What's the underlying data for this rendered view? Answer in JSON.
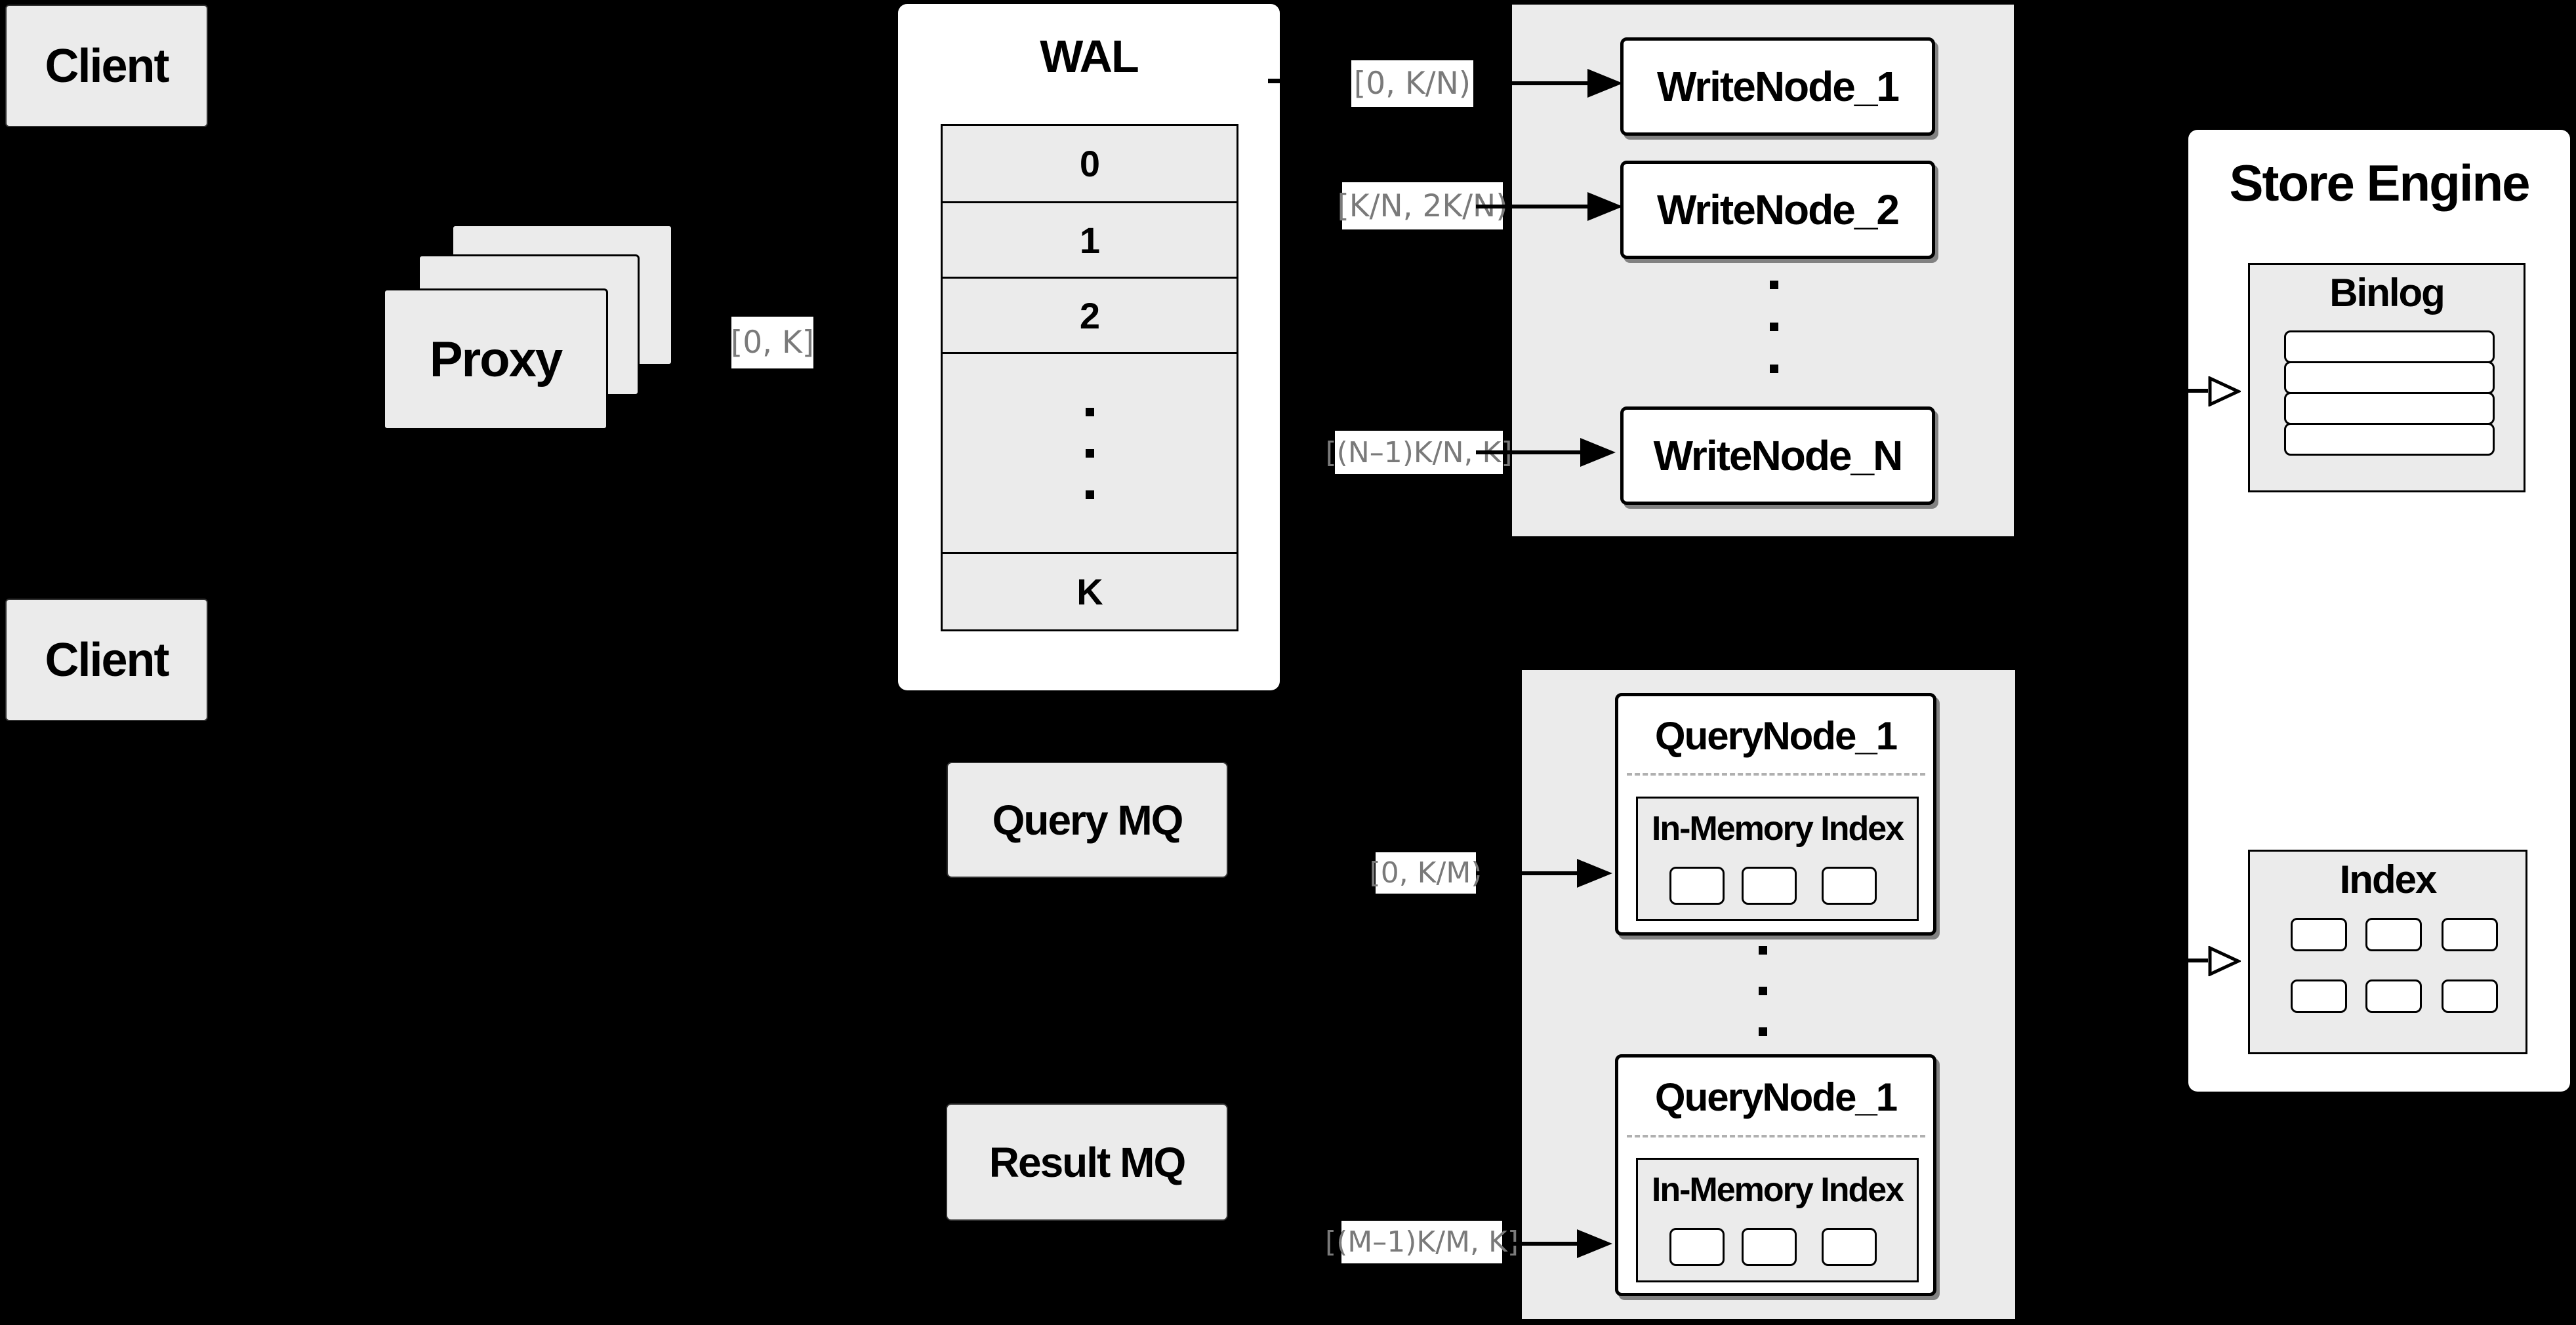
{
  "clients": [
    "Client",
    "Client"
  ],
  "proxy": {
    "label": "Proxy"
  },
  "wal": {
    "title": "WAL",
    "segments": [
      "0",
      "1",
      "2",
      "K"
    ]
  },
  "ranges": {
    "proxy_out": "[0, K]",
    "write_1": "[0, K/N)",
    "write_2": "[K/N, 2K/N)",
    "write_n": "[(N–1)K/N, K]",
    "query_1": "[0, K/M)",
    "query_m": "[(M–1)K/M, K]"
  },
  "write_group": {
    "nodes": [
      "WriteNode_1",
      "WriteNode_2",
      "WriteNode_N"
    ]
  },
  "query_group": {
    "nodes": [
      "QueryNode_1",
      "QueryNode_1"
    ],
    "inmem": "In-Memory Index"
  },
  "mq": {
    "query": "Query MQ",
    "result": "Result MQ"
  },
  "store": {
    "title": "Store Engine",
    "binlog": "Binlog",
    "index": "Index"
  },
  "colors": {
    "background": "#000000",
    "box_fill": "#ebebeb",
    "node_fill": "#ffffff",
    "line": "#000000",
    "range_text": "#7a7a7a"
  }
}
